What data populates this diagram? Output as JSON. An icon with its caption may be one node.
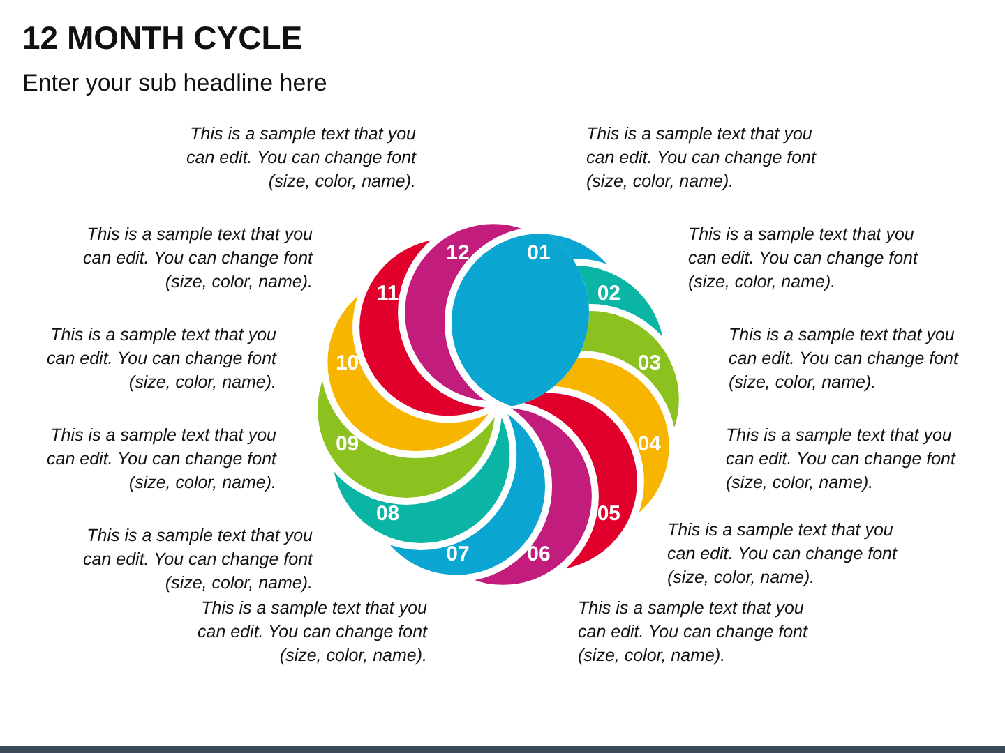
{
  "diagram": {
    "title": "12 MONTH CYCLE",
    "nodes": [
      {
        "text": [
          "01"
        ],
        "beside": [
          "This is a sample text that you can edit. You can change font (size, color, name)."
        ]
      },
      {
        "text": [
          "02"
        ],
        "beside": [
          "This is a sample text that you can edit. You can change font (size, color, name)."
        ]
      },
      {
        "text": [
          "03"
        ],
        "beside": [
          "This is a sample text that you can edit. You can change font (size, color, name)."
        ]
      },
      {
        "text": [
          "04"
        ],
        "beside": [
          "This is a sample text that you can edit. You can change font (size, color, name)."
        ]
      },
      {
        "text": [
          "05"
        ],
        "beside": [
          "This is a sample text that you can edit. You can change font (size, color, name)."
        ]
      },
      {
        "text": [
          "06"
        ],
        "beside": [
          "This is a sample text that you can edit. You can change font (size, color, name)."
        ]
      },
      {
        "text": [
          "07"
        ],
        "beside": [
          "This is a sample text that you can edit. You can change font (size, color, name)."
        ]
      },
      {
        "text": [
          "08"
        ],
        "beside": [
          "This is a sample text that you can edit. You can change font (size, color, name)."
        ]
      },
      {
        "text": [
          "09"
        ],
        "beside": [
          "This is a sample text that you can edit. You can change font (size, color, name)."
        ]
      },
      {
        "text": [
          "10"
        ],
        "beside": [
          "This is a sample text that you can edit. You can change font (size, color, name)."
        ]
      },
      {
        "text": [
          "11"
        ],
        "beside": [
          "This is a sample text that you can edit. You can change font (size, color, name)."
        ]
      },
      {
        "text": [
          "12"
        ],
        "beside": [
          "This is a sample text that you can edit. You can change font (size, color, name)."
        ]
      }
    ],
    "labels": [
      "Enter your sub headline here"
    ]
  }
}
